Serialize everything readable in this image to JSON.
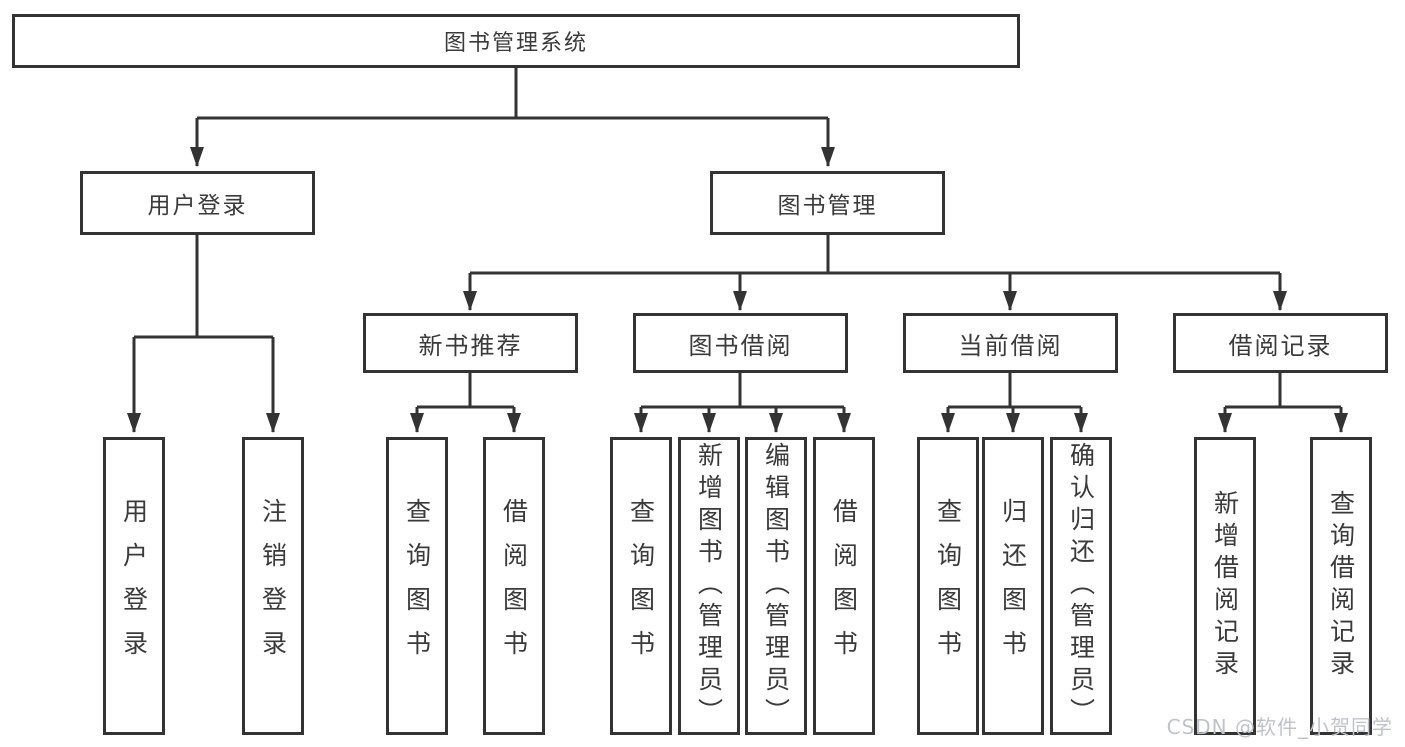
{
  "colors": {
    "line": "#333333",
    "box_border": "#333333",
    "text": "#3a3a3a",
    "background": "#ffffff",
    "watermark": "#bfc3c9"
  },
  "watermark": "CSDN @软件_小贺同学",
  "tree": {
    "label": "图书管理系统",
    "children": [
      {
        "label": "用户登录",
        "children": [
          {
            "label": "用户登录"
          },
          {
            "label": "注销登录"
          }
        ]
      },
      {
        "label": "图书管理",
        "children": [
          {
            "label": "新书推荐",
            "children": [
              {
                "label": "查询图书"
              },
              {
                "label": "借阅图书"
              }
            ]
          },
          {
            "label": "图书借阅",
            "children": [
              {
                "label": "查询图书"
              },
              {
                "label": "新增图书（管理员）"
              },
              {
                "label": "编辑图书（管理员）"
              },
              {
                "label": "借阅图书"
              }
            ]
          },
          {
            "label": "当前借阅",
            "children": [
              {
                "label": "查询图书"
              },
              {
                "label": "归还图书"
              },
              {
                "label": "确认归还（管理员）"
              }
            ]
          },
          {
            "label": "借阅记录",
            "children": [
              {
                "label": "新增借阅记录"
              },
              {
                "label": "查询借阅记录"
              }
            ]
          }
        ]
      }
    ]
  }
}
